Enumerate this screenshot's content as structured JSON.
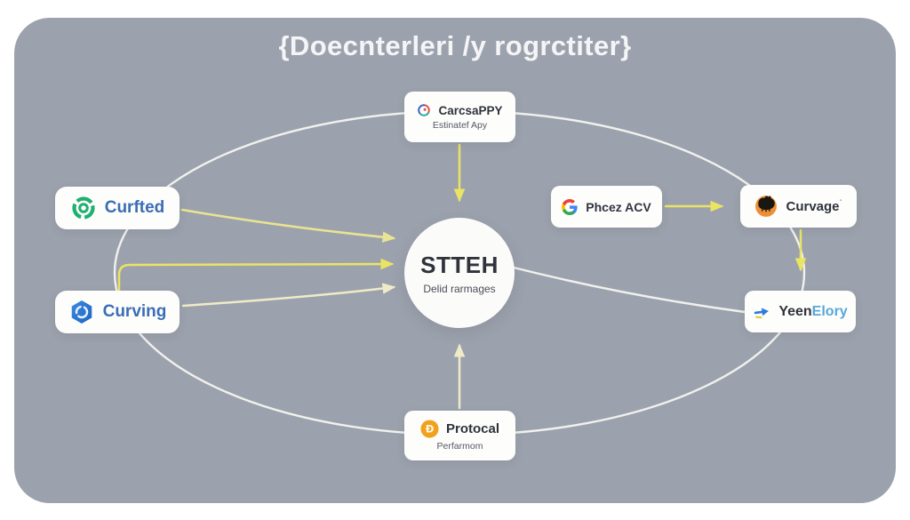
{
  "title": "{Doecnterleri /y rogrctiter}",
  "center": {
    "title": "STTEH",
    "subtitle": "Delid rarmages"
  },
  "nodes": {
    "top": {
      "label": "CarcsaPPY",
      "subtitle": "Estinatef Apy",
      "icon": "segmented-ring-icon"
    },
    "left_top": {
      "label": "Curfted",
      "icon": "green-ring-icon"
    },
    "left_bottom": {
      "label": "Curving",
      "icon": "blue-hexagon-cycle-icon"
    },
    "mid_right": {
      "label": "Phcez ACV",
      "icon": "google-g-icon"
    },
    "right_top": {
      "label": "Curvage",
      "mark": "ˈ",
      "icon": "orange-mascot-icon"
    },
    "right_bottom": {
      "label_bold": "Yeen",
      "label_light": "Elory",
      "icon": "blue-arrow-icon"
    },
    "bottom": {
      "label": "Protocal",
      "subtitle": "Perfarmom",
      "icon": "gold-coin-icon",
      "coin_glyph": "Đ"
    }
  },
  "colors": {
    "panel_gray": "#9CA2AD",
    "arrow_bright_yellow": "#EAE464",
    "arrow_pale_yellow": "#E9E492",
    "arrow_cream": "#EFEBC8",
    "connector_white": "#F7F6F2",
    "link_blue": "#3B6DB5",
    "accent_light_blue": "#58A8D6",
    "icon_green": "#1FAF6F",
    "icon_orange": "#EE8F35",
    "icon_gold": "#F1A11C"
  }
}
